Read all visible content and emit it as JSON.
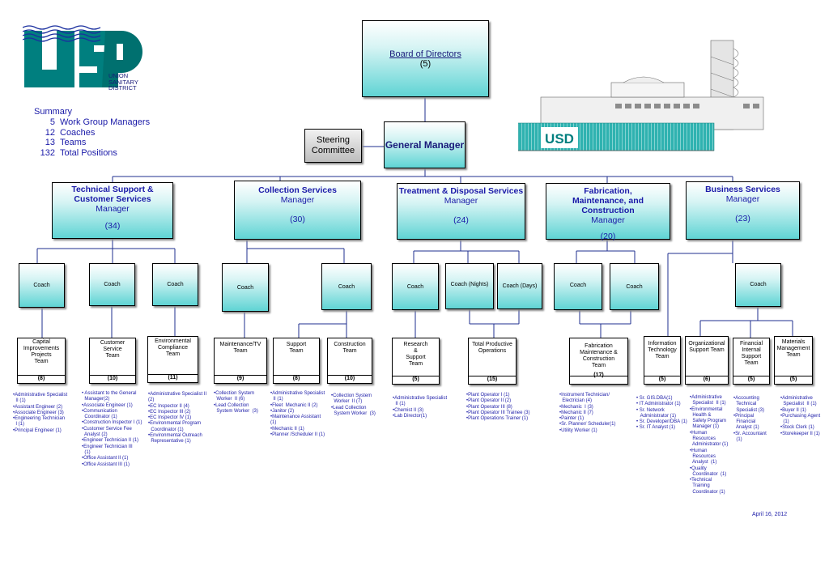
{
  "logo": {
    "letters": "USD",
    "name_lines": [
      "UNION",
      "SANITARY",
      "DISTRICT"
    ]
  },
  "summary": {
    "title": "Summary",
    "rows": [
      {
        "count": "5",
        "label": "Work Group Managers"
      },
      {
        "count": "12",
        "label": "Coaches"
      },
      {
        "count": "13",
        "label": "Teams"
      },
      {
        "count": "132",
        "label": "Total Positions"
      }
    ]
  },
  "board": {
    "title": "Board of Directors",
    "count": "(5)"
  },
  "steering": {
    "line1": "Steering",
    "line2": "Committee"
  },
  "gm": {
    "title": "General Manager"
  },
  "managers": [
    {
      "title": "Technical Support & Customer Services",
      "role": "Manager",
      "count": "(34)"
    },
    {
      "title": "Collection Services",
      "role": "Manager",
      "count": "(30)"
    },
    {
      "title": "Treatment & Disposal Services",
      "role": "Manager",
      "count": "(24)"
    },
    {
      "title": "Fabrication, Maintenance, and Construction",
      "role": "Manager",
      "count": "(20)"
    },
    {
      "title": "Business Services",
      "role": "Manager",
      "count": "(23)"
    }
  ],
  "coaches": [
    "Coach",
    "Coach",
    "Coach",
    "Coach",
    "Coach",
    "Coach",
    "Coach (Nights)",
    "Coach (Days)",
    "Coach",
    "Coach",
    "Coach"
  ],
  "teams": [
    {
      "name": "Capital\nImprovements\nProjects\nTeam",
      "count": "(8)",
      "positions": "•Administrative Specialist\n  II (1)\n•Assistant Engineer (2)\n•Associate Engineer (3)\n•Engineering Technician\n  I (1)\n•Principal Engineer (1)"
    },
    {
      "name": "Customer\nService\nTeam",
      "count": "(10)",
      "positions": "• Assistant to the General\n  Manager(2)\n•Associate Engineer (1)\n•Communication\n  Coordinator (1)\n•Construction Inspector I (1)\n•Customer Service Fee\n  Analyst (2)\n•Engineer Technician II (1)\n•Engineer Technician III\n  (1)\n•Office Assistant II (1)\n•Office Assistant III (1)"
    },
    {
      "name": "Environmental\nCompliance\nTeam",
      "count": "(11)",
      "positions": "•Administrative Specialist II\n(2)\n•EC Inspector II (4)\n•EC Inspector III (2)\n•EC Inspector IV (1)\n•Environmental Program\n  Coordinator (1)\n•Environmental Outreach\n  Representative (1)"
    },
    {
      "name": "Maintenance/TV\nTeam",
      "count": "(9)",
      "positions": "•Collection System\n  Worker  II (6)\n•Lead Collection\n  System Worker  (3)"
    },
    {
      "name": "Support\nTeam",
      "count": "(8)",
      "positions": "•Administrative Specialist\n  II (1)\n•Fleet  Mechanic II (2)\n•Janitor (2)\n•Maintenance Assistant\n(1)\n•Mechanic II (1)\n•Planner /Scheduler II (1)"
    },
    {
      "name": "Construction\nTeam",
      "count": "(10)",
      "positions": "•Collection System\n  Worker  II (7)\n•Lead Collection\n  System Worker  (3)"
    },
    {
      "name": "Research\n&\nSupport\nTeam",
      "count": "(5)",
      "positions": "•Administrative Specialist\n  II (1)\n•Chemist II (3)\n•Lab Director(1)"
    },
    {
      "name": "Total Productive\nOperations",
      "count": "(15)",
      "positions": "•Plant Operator I (1)\n•Plant Operator II (2)\n•Plant Operator III (8)\n•Plant Operator III Trainee (3)\n•Plant Operations Trainer (1)"
    },
    {
      "name": "Fabrication\nMaintenance &\nConstruction\nTeam",
      "count": "(17)",
      "positions": "•Instrument Technician/\n  Electrician (4)\n•Mechanic  I (3)\n•Mechanic II (7)\n•Painter (1)\n•Sr. Planner/ Scheduler(1)\n•Utility Worker (1)"
    },
    {
      "name": "Information\nTechnology\nTeam",
      "count": "(5)",
      "positions": "• Sr. GIS.DBA(1)\n• IT Administrator (1)\n• Sr. Network\n   Administrator (1)\n• Sr. Developer/DBA (1)\n• Sr. IT Analyst (1)"
    },
    {
      "name": "Organizational\nSupport Team",
      "count": "(6)",
      "positions": "•Administrative\n  Specialist  II (1)\n•Environmental\n  Health &\n  Safety Program\n  Manager (1)\n•Human\n  Resources\n  Administrator (1)\n•Human\n  Resources\n  Analyst  (1)\n•Quality\n  Coordinator  (1)\n•Technical\n  Training\n  Coordinator (1)"
    },
    {
      "name": "Financial\nInternal\nSupport\nTeam",
      "count": "(5)",
      "positions": "•Accounting\n  Technical\n  Specialist (3)\n•Principal\n  Financial\n  Analyst (1)\n•Sr. Accountant\n  (1)"
    },
    {
      "name": "Materials\nManagement\nTeam",
      "count": "(5)",
      "positions": "•Administrative\n  Specialist  II (1)\n•Buyer II (1)\n•Purchasing Agent\n  (1)\n•Stock Clerk (1)\n•Storekeeper II (1)"
    }
  ],
  "date": "April 16, 2012",
  "colors": {
    "teal": "#5fd4d4",
    "line": "#1f2f8f",
    "text_blue": "#1a1aa8",
    "logo_teal": "#007f7f"
  }
}
